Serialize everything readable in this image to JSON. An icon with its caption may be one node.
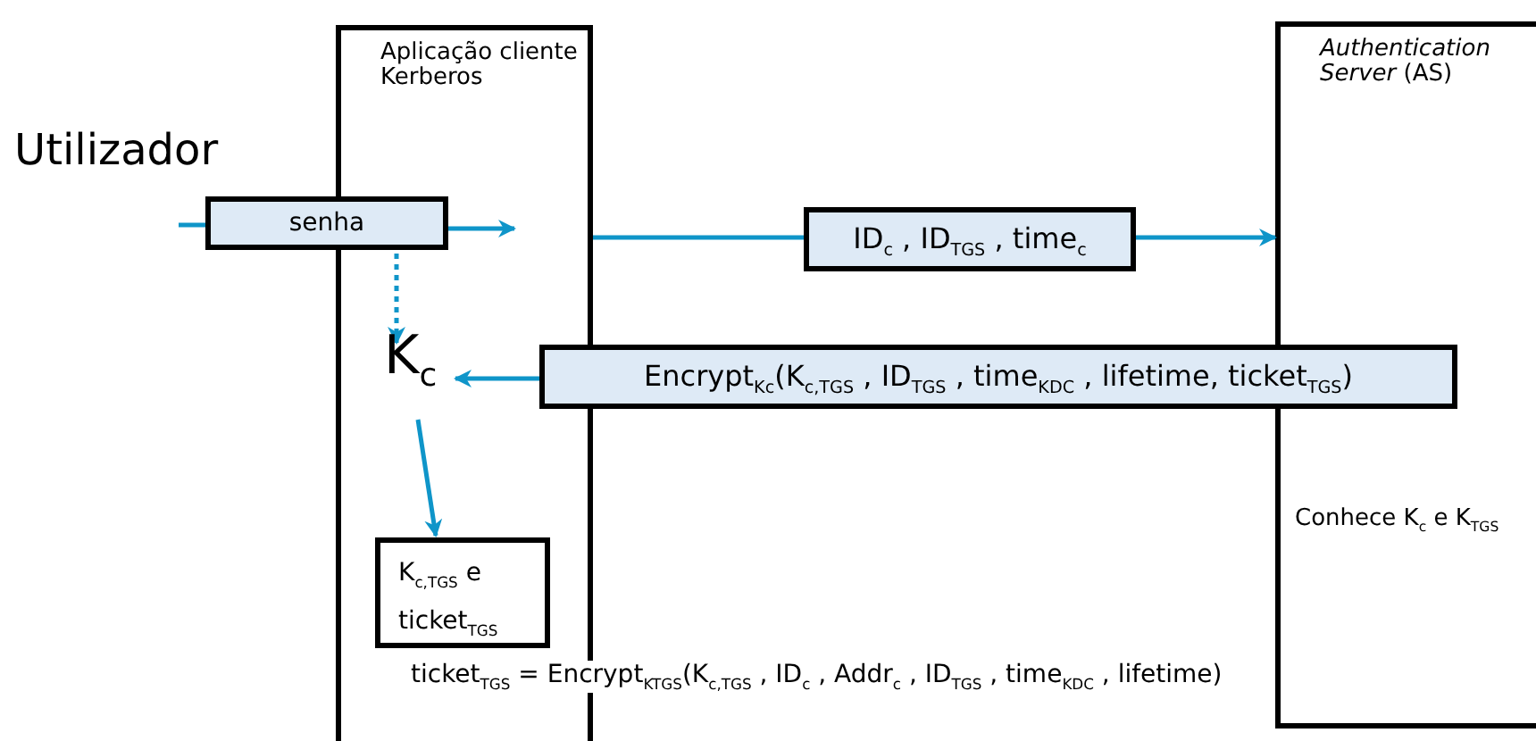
{
  "diagram": {
    "nodes": [
      {
        "text": [
          "Aplicação cliente Kerberos"
        ]
      },
      {
        "text": [
          "*Authentication Server* (AS)"
        ]
      },
      {
        "text": [
          "Utilizador"
        ]
      },
      {
        "text": [
          "senha"
        ]
      },
      {
        "text": [
          "ID$_{c}$ , ID$_{TGS}$ , time$_{c}$"
        ]
      },
      {
        "text": [
          "K$_{c}$"
        ],
        "in": 0
      },
      {
        "text": [
          "Encrypt$_{Kc}$(K$_{c,TGS}$ , ID$_{TGS}$ , time$_{KDC}$ , lifetime, ticket$_{TGS}$)"
        ]
      },
      {
        "text": [
          "K$_{c,TGS}$ e ticket$_{TGS}$"
        ],
        "in": 0
      }
    ],
    "edges": [
      {
        "from": null,
        "to": 3,
        "arrow": "none"
      },
      {
        "from": 3,
        "to": null,
        "arrow": "to"
      },
      {
        "from": 0,
        "to": 4,
        "arrow": "none"
      },
      {
        "from": 4,
        "to": 1,
        "arrow": "to"
      },
      {
        "from": 3,
        "to": 5,
        "arrow": "to",
        "style": "dashed"
      },
      {
        "from": 6,
        "to": 5,
        "arrow": "to"
      },
      {
        "from": 5,
        "to": 7,
        "arrow": "to"
      }
    ],
    "labels": [
      "Conhece K$_{c}$ e K$_{TGS}$",
      "ticket$_{TGS}$ = Encrypt$_{KTGS}$(K$_{c,TGS}$ , ID$_{c}$ , Addr$_{c}$ , ID$_{TGS}$ , time$_{KDC}$ , lifetime)"
    ]
  }
}
